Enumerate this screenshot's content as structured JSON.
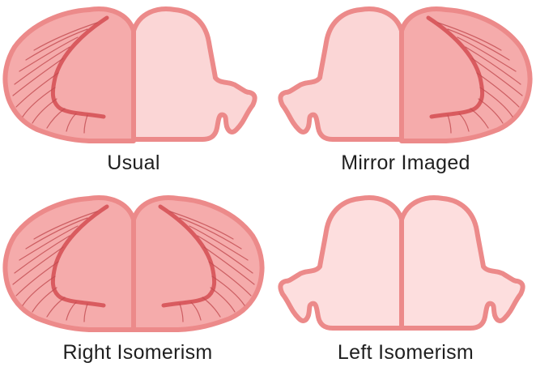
{
  "colors": {
    "outline": "#ec8a8a",
    "smooth": "#fbd6d6",
    "smooth_light": "#fddede",
    "trabeculated": "#f5abab",
    "crista": "#d95b5f",
    "pectinate": "#c24b50",
    "caption_text": "#1f1f1f"
  },
  "panels": [
    {
      "caption": "Usual",
      "left": "right",
      "right": "left"
    },
    {
      "caption": "Mirror Imaged",
      "left": "left",
      "right": "right"
    },
    {
      "caption": "Right Isomerism",
      "left": "right",
      "right": "right"
    },
    {
      "caption": "Left Isomerism",
      "left": "left",
      "right": "left"
    }
  ]
}
